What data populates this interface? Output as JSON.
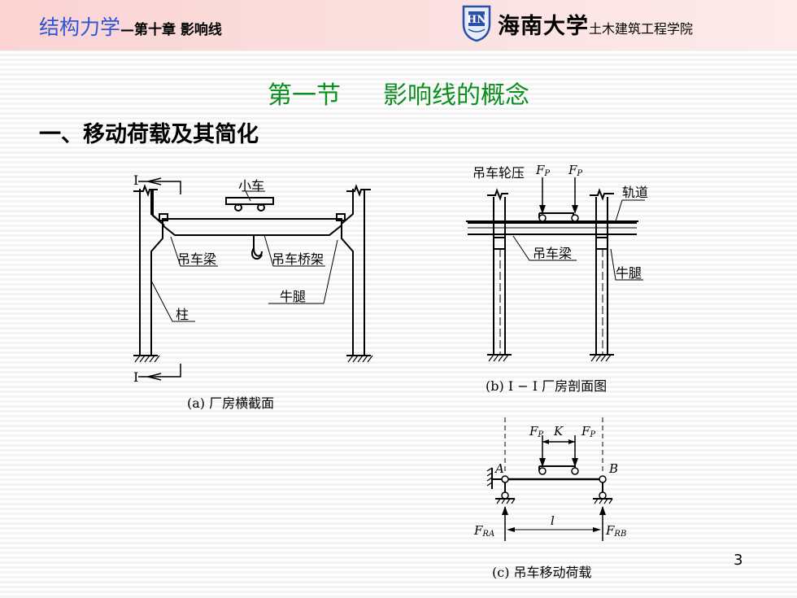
{
  "header": {
    "course": "结构力学",
    "chapter": "—第十章 影响线",
    "logo_text": "HN",
    "university": "海南大学",
    "college": "土木建筑工程学院"
  },
  "title": {
    "section": "第一节",
    "topic": "影响线的概念"
  },
  "subtitle": "一、移动荷载及其简化",
  "figure_a": {
    "cart": "小车",
    "beam": "吊车梁",
    "bridge": "吊车桥架",
    "bracket": "牛腿",
    "column": "柱",
    "section_mark": "I",
    "caption": "(a) 厂房横截面"
  },
  "figure_b": {
    "wheel_pressure": "吊车轮压",
    "force_f": "F",
    "force_sub": "P",
    "rail": "轨道",
    "beam": "吊车梁",
    "bracket": "牛腿",
    "caption": "(b) I − I 厂房剖面图"
  },
  "figure_c": {
    "force_f": "F",
    "force_sub": "P",
    "spacing": "K",
    "support_a": "A",
    "support_b": "B",
    "span": "l",
    "reaction_a_sub": "RA",
    "reaction_b_sub": "RB",
    "caption": "(c) 吊车移动荷载"
  },
  "page_number": "3",
  "colors": {
    "course": "#2b55d6",
    "title": "#0b8f1d",
    "header_bg": "#fbd3d3"
  }
}
